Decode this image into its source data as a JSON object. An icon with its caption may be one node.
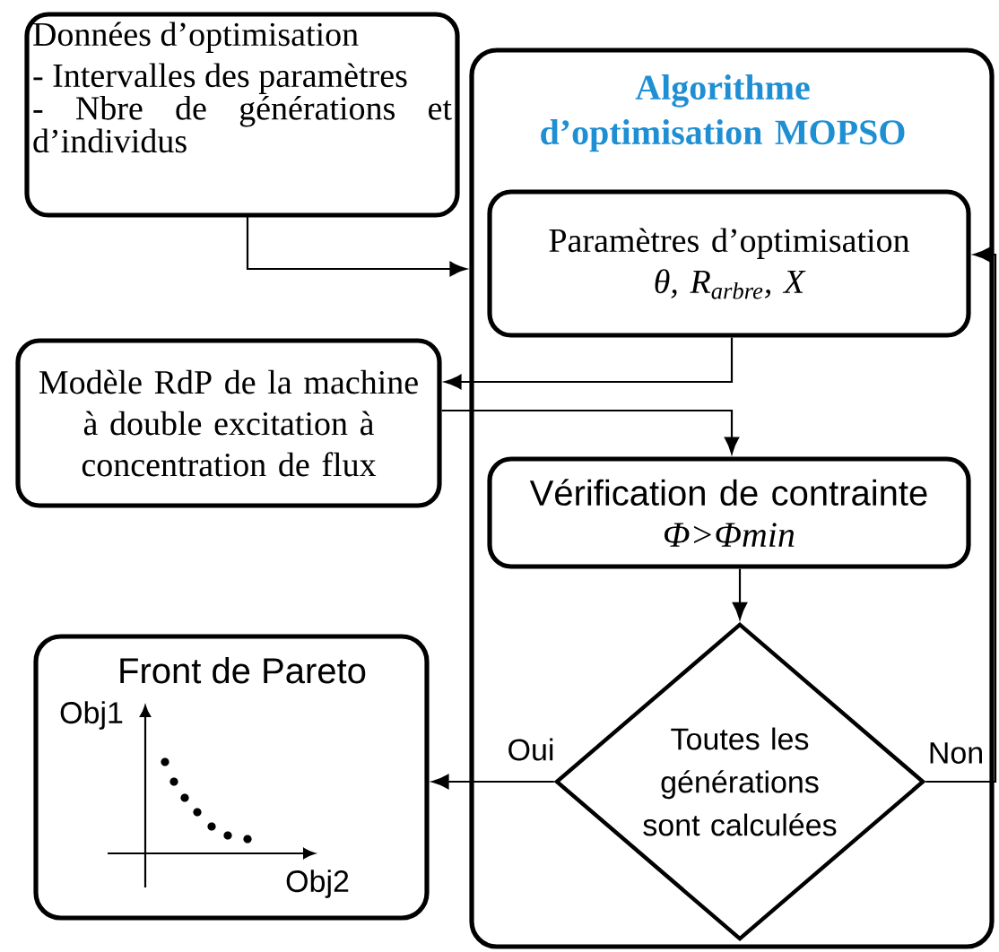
{
  "diagram": {
    "nodes": [
      {
        "text": [
          "Données d’optimisation",
          "- Intervalles des paramètres",
          "- Nbre de générations et d’individus"
        ]
      },
      {
        "text": [
          "Algorithme d’optimisation MOPSO"
        ]
      },
      {
        "text": [
          "Paramètres d’optimisation",
          "θ, R$_{arbre}$, X"
        ],
        "in": 1
      },
      {
        "text": [
          "Modèle RdP de la machine à double excitation à concentration de flux"
        ]
      },
      {
        "text": [
          "Vérification de contrainte",
          "Φ>Φmin"
        ],
        "in": 1
      },
      {
        "text": [
          "Toutes les générations sont calculées"
        ],
        "in": 1
      },
      {
        "text": [
          "Front de Pareto"
        ]
      }
    ],
    "edges": [
      {
        "from": 0,
        "to": 1,
        "arrow": "to"
      },
      {
        "from": 2,
        "to": 3,
        "arrow": "to"
      },
      {
        "from": 3,
        "to": 4,
        "arrow": "to"
      },
      {
        "from": 4,
        "to": 5,
        "arrow": "to"
      },
      {
        "from": 5,
        "to": 6,
        "arrow": "to",
        "label": "Oui"
      },
      {
        "from": 5,
        "to": 2,
        "arrow": "to",
        "label": "Non"
      }
    ],
    "labels": [
      "Obj1",
      "Obj2"
    ]
  }
}
